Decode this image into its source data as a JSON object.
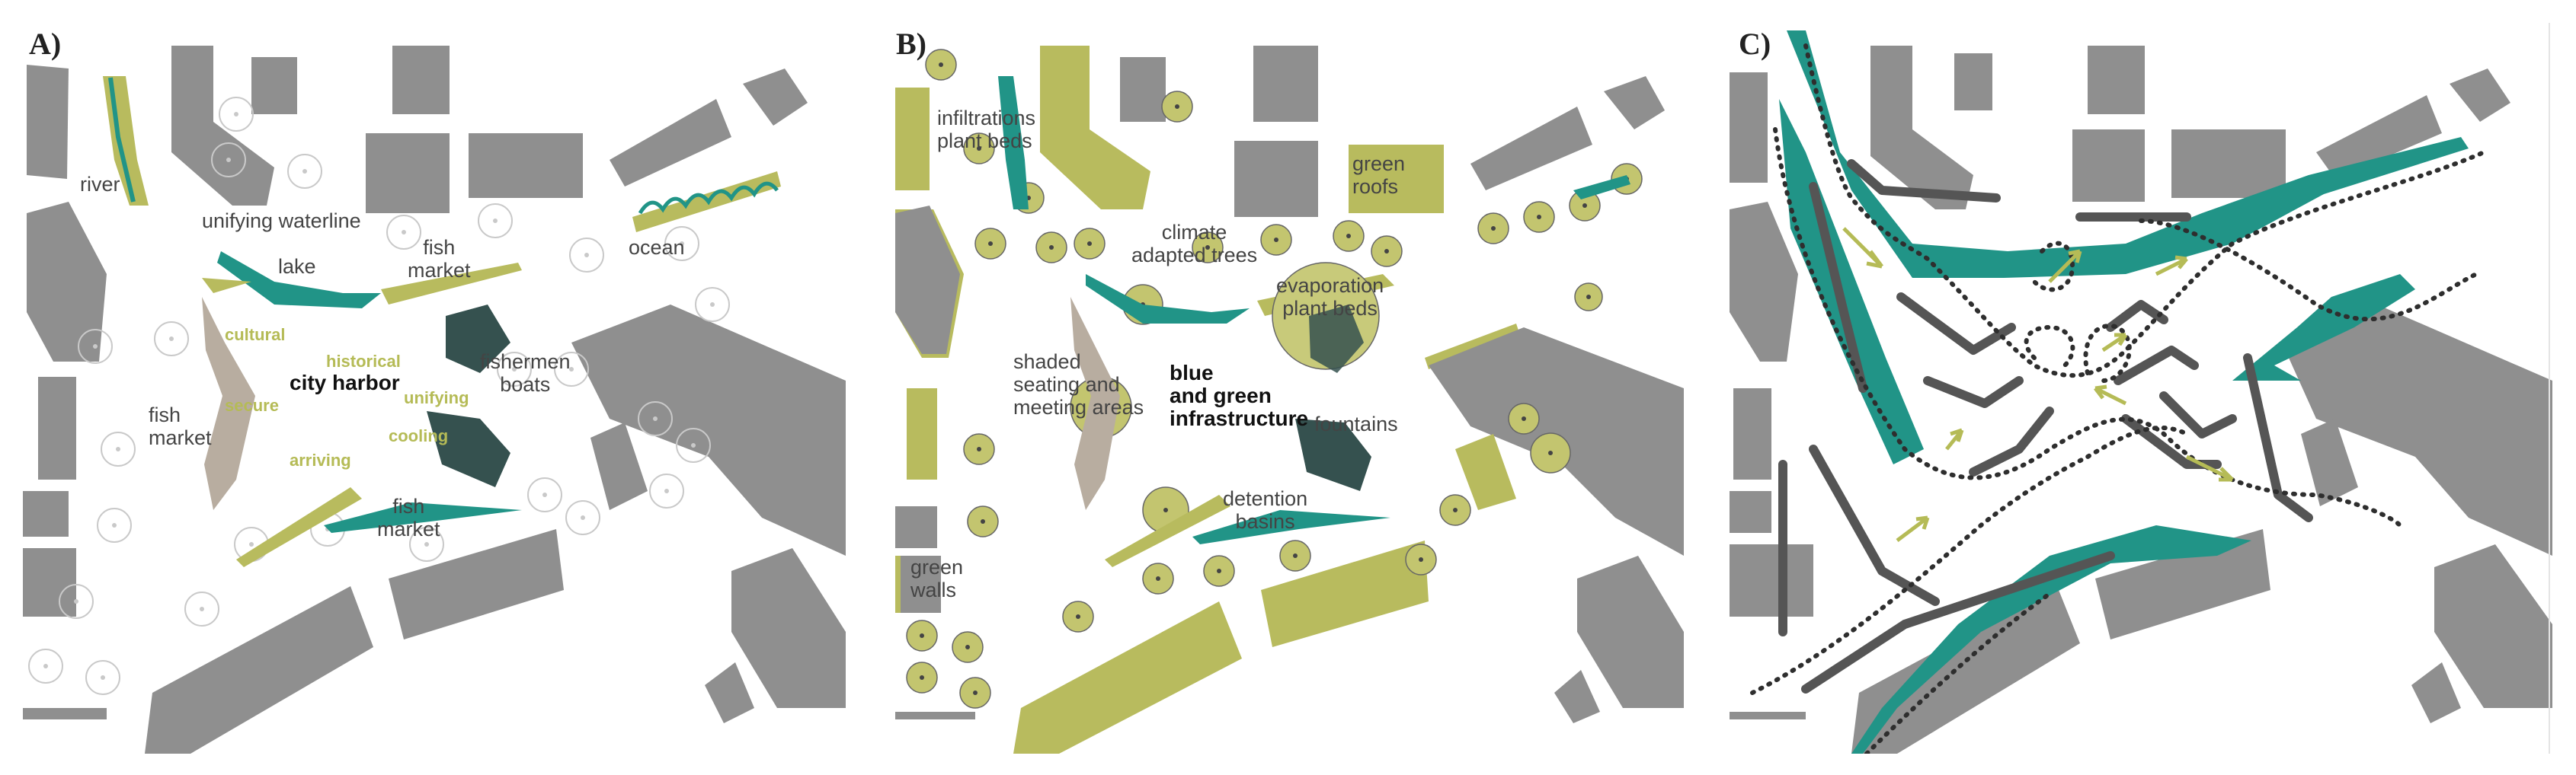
{
  "panels": {
    "a": {
      "letter": "A)",
      "labels": {
        "river": "river",
        "unifying_waterline": "unifying waterline",
        "lake": "lake",
        "fish_market_top_1": "fish",
        "fish_market_top_2": "market",
        "ocean": "ocean",
        "cultural": "cultural",
        "historical": "historical",
        "city_harbor": "city harbor",
        "fishermen_boats_1": "fishermen",
        "fishermen_boats_2": "boats",
        "fish_market_left_1": "fish",
        "fish_market_left_2": "market",
        "secure": "secure",
        "unifying": "unifying",
        "cooling": "cooling",
        "arriving": "arriving",
        "fish_market_bottom_1": "fish",
        "fish_market_bottom_2": "market"
      }
    },
    "b": {
      "letter": "B)",
      "labels": {
        "infiltrations_1": "infiltrations",
        "infiltrations_2": "plant beds",
        "green_roofs_1": "green",
        "green_roofs_2": "roofs",
        "climate_trees_1": "climate",
        "climate_trees_2": "adapted trees",
        "evaporation_1": "evaporation",
        "evaporation_2": "plant beds",
        "shaded_1": "shaded",
        "shaded_2": "seating and",
        "shaded_3": "meeting areas",
        "blue_green_1": "blue",
        "blue_green_2": "and green",
        "blue_green_3": "infrastructure",
        "fountains": "fountains",
        "detention_1": "detention",
        "detention_2": "basins",
        "green_walls_1": "green",
        "green_walls_2": "walls"
      }
    },
    "c": {
      "letter": "C)"
    }
  },
  "colors": {
    "building": "#8f8f8f",
    "plant_green": "#b8bb5e",
    "water_teal": "#219487",
    "dark_boat": "#35514f",
    "text_green": "#b5bb56"
  }
}
